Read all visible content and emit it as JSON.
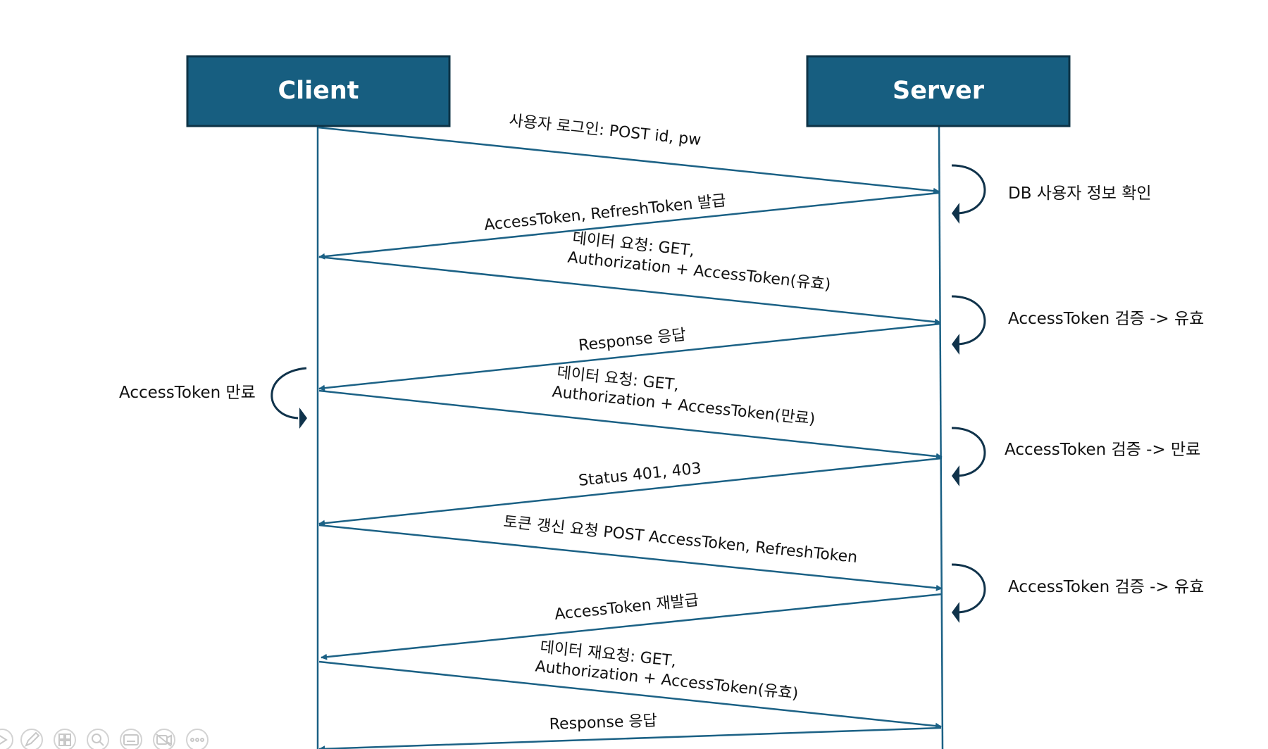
{
  "colors": {
    "actor_fill": "#175e80",
    "actor_border": "#0d3346",
    "line": "#1b6185",
    "self_arrow": "#10334b",
    "text": "#111111",
    "toolbar": "#cccccc"
  },
  "actors": {
    "client": "Client",
    "server": "Server"
  },
  "messages": [
    {
      "lines": [
        "사용자 로그인: POST id, pw"
      ]
    },
    {
      "lines": [
        "AccessToken, RefreshToken 발급"
      ]
    },
    {
      "lines": [
        "데이터 요청: GET,",
        "Authorization + AccessToken(유효)"
      ]
    },
    {
      "lines": [
        "Response 응답"
      ]
    },
    {
      "lines": [
        "데이터 요청: GET,",
        "Authorization + AccessToken(만료)"
      ]
    },
    {
      "lines": [
        "Status 401, 403"
      ]
    },
    {
      "lines": [
        "토큰 갱신 요청 POST AccessToken, RefreshToken"
      ]
    },
    {
      "lines": [
        "AccessToken 재발급"
      ]
    },
    {
      "lines": [
        "데이터 재요청: GET,",
        "Authorization + AccessToken(유효)"
      ]
    },
    {
      "lines": [
        "Response 응답"
      ]
    }
  ],
  "notes": [
    {
      "text": "DB 사용자 정보 확인"
    },
    {
      "text": "AccessToken 검증 -> 유효"
    },
    {
      "text": "AccessToken 만료"
    },
    {
      "text": "AccessToken 검증 -> 만료"
    },
    {
      "text": "AccessToken 검증 -> 유효"
    }
  ],
  "toolbar": [
    {
      "icon": "play-icon"
    },
    {
      "icon": "pen-icon"
    },
    {
      "icon": "slides-grid-icon"
    },
    {
      "icon": "zoom-icon"
    },
    {
      "icon": "subtitles-icon"
    },
    {
      "icon": "camera-off-icon"
    },
    {
      "icon": "more-icon"
    }
  ]
}
